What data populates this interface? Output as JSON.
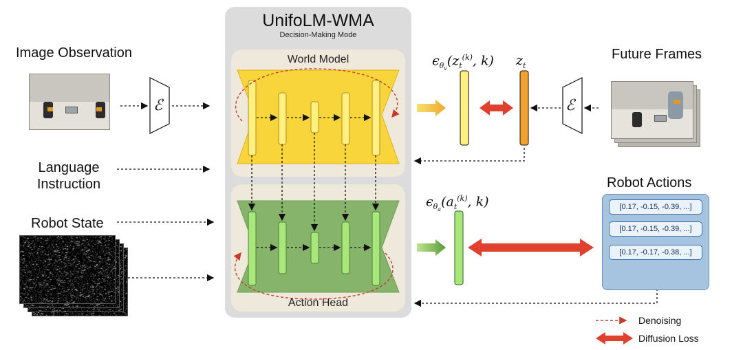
{
  "framework": {
    "title": "UnifoLM-WMA",
    "subtitle": "Decision-Making Mode"
  },
  "inputs": {
    "image_observation": "Image Observation",
    "language_instruction": "Language\nInstruction",
    "robot_state": "Robot State"
  },
  "world_model": {
    "label": "World Model",
    "eps_expr": "ϵθv(zt(k), k)",
    "target_label": "zt"
  },
  "action_head": {
    "label": "Action Head",
    "eps_expr": "ϵθa(at(k), k)"
  },
  "future_frames": {
    "label": "Future Frames"
  },
  "robot_actions": {
    "label": "Robot Actions",
    "vectors": [
      "[0.17, -0.15, -0.39, ...]",
      "[0.17, -0.15, -0.39, ...]",
      "[0.17, -0.17, -0.38, ...]"
    ]
  },
  "encoder_symbol": "ℰ",
  "legend": {
    "denoising": "Denoising",
    "diffusion_loss": "Diffusion Loss"
  },
  "colors": {
    "world_block": "#f9d53c",
    "world_bar": "#fff07f",
    "target_bar": "#f3a12e",
    "action_block": "#86b46b",
    "action_bar": "#a8e87a",
    "loss_arrow": "#e0402e",
    "denoise": "#c63b2c",
    "actions_panel": "#a6c4e0"
  }
}
